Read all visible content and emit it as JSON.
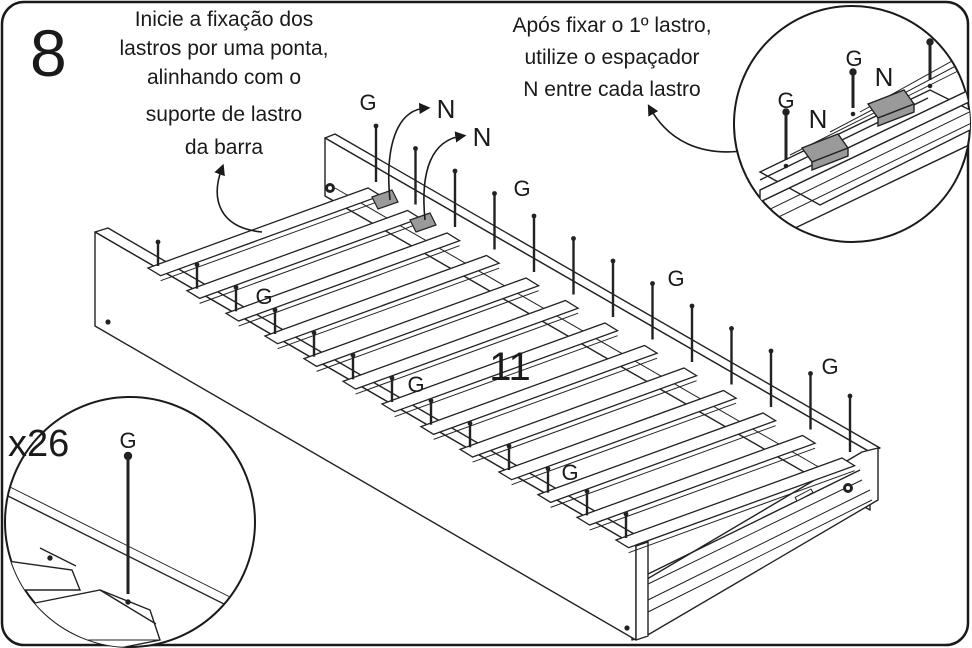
{
  "step": {
    "number": "8",
    "instruction_left": [
      "Inicie a fixação dos",
      "lastros por uma ponta,",
      "alinhando com o",
      "suporte de lastro",
      "da barra"
    ],
    "instruction_right": [
      "Após fixar o 1º lastro,",
      "utilize o espaçador",
      "N entre cada lastro"
    ]
  },
  "labels": {
    "screw": "G",
    "spacer": "N",
    "part_number": "11",
    "quantity": "x26"
  },
  "colors": {
    "frame": "#1a1a1a",
    "spacer_fill": "#9a9a9a",
    "line": "#222222"
  }
}
